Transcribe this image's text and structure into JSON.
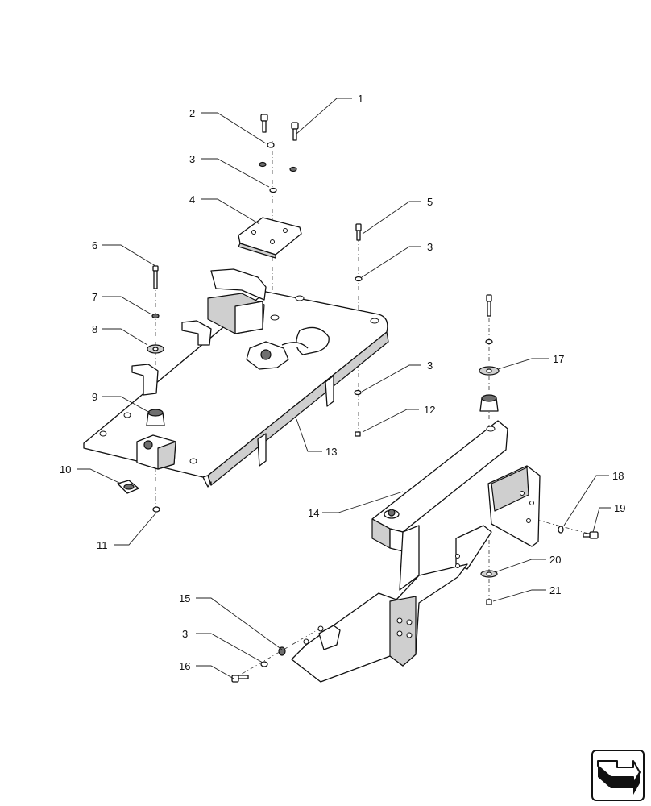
{
  "callouts": [
    {
      "id": "c1",
      "label": "1"
    },
    {
      "id": "c2",
      "label": "2"
    },
    {
      "id": "c3a",
      "label": "3"
    },
    {
      "id": "c4",
      "label": "4"
    },
    {
      "id": "c5",
      "label": "5"
    },
    {
      "id": "c3b",
      "label": "3"
    },
    {
      "id": "c6",
      "label": "6"
    },
    {
      "id": "c7",
      "label": "7"
    },
    {
      "id": "c8",
      "label": "8"
    },
    {
      "id": "c3c",
      "label": "3"
    },
    {
      "id": "c17",
      "label": "17"
    },
    {
      "id": "c9",
      "label": "9"
    },
    {
      "id": "c12",
      "label": "12"
    },
    {
      "id": "c13",
      "label": "13"
    },
    {
      "id": "c10",
      "label": "10"
    },
    {
      "id": "c18",
      "label": "18"
    },
    {
      "id": "c14",
      "label": "14"
    },
    {
      "id": "c19",
      "label": "19"
    },
    {
      "id": "c11",
      "label": "11"
    },
    {
      "id": "c20",
      "label": "20"
    },
    {
      "id": "c21",
      "label": "21"
    },
    {
      "id": "c15",
      "label": "15"
    },
    {
      "id": "c3d",
      "label": "3"
    },
    {
      "id": "c16",
      "label": "16"
    }
  ],
  "nav": {
    "icon": "next-page-arrow-icon"
  }
}
